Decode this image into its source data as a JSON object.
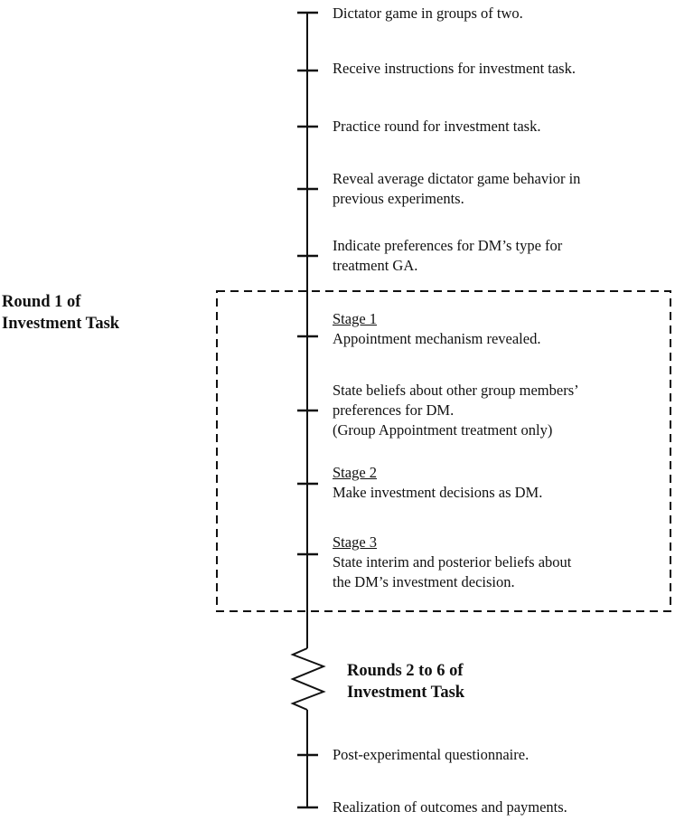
{
  "timeline": {
    "pre_events": [
      {
        "lines": [
          "Dictator game in groups of two."
        ]
      },
      {
        "lines": [
          "Receive instructions for investment task."
        ]
      },
      {
        "lines": [
          "Practice round for investment task."
        ]
      },
      {
        "lines": [
          "Reveal average dictator game behavior in",
          "previous experiments."
        ]
      },
      {
        "lines": [
          "Indicate preferences for DM’s type for",
          "treatment GA."
        ]
      }
    ],
    "round1": {
      "label_line1": "Round 1 of",
      "label_line2": "Investment Task",
      "events": [
        {
          "stage": "Stage 1",
          "lines": [
            "Appointment mechanism revealed."
          ]
        },
        {
          "stage": "",
          "lines": [
            "State beliefs about other group members’",
            "preferences for DM.",
            "(Group Appointment treatment only)"
          ]
        },
        {
          "stage": "Stage 2",
          "lines": [
            "Make investment decisions as DM."
          ]
        },
        {
          "stage": "Stage 3",
          "lines": [
            "State interim and posterior beliefs about",
            "the DM’s investment decision."
          ]
        }
      ]
    },
    "rounds_rest": {
      "label_line1": "Rounds 2 to 6 of",
      "label_line2": "Investment Task"
    },
    "post_events": [
      {
        "lines": [
          "Post-experimental questionnaire."
        ]
      },
      {
        "lines": [
          "Realization of outcomes and payments."
        ]
      }
    ]
  }
}
